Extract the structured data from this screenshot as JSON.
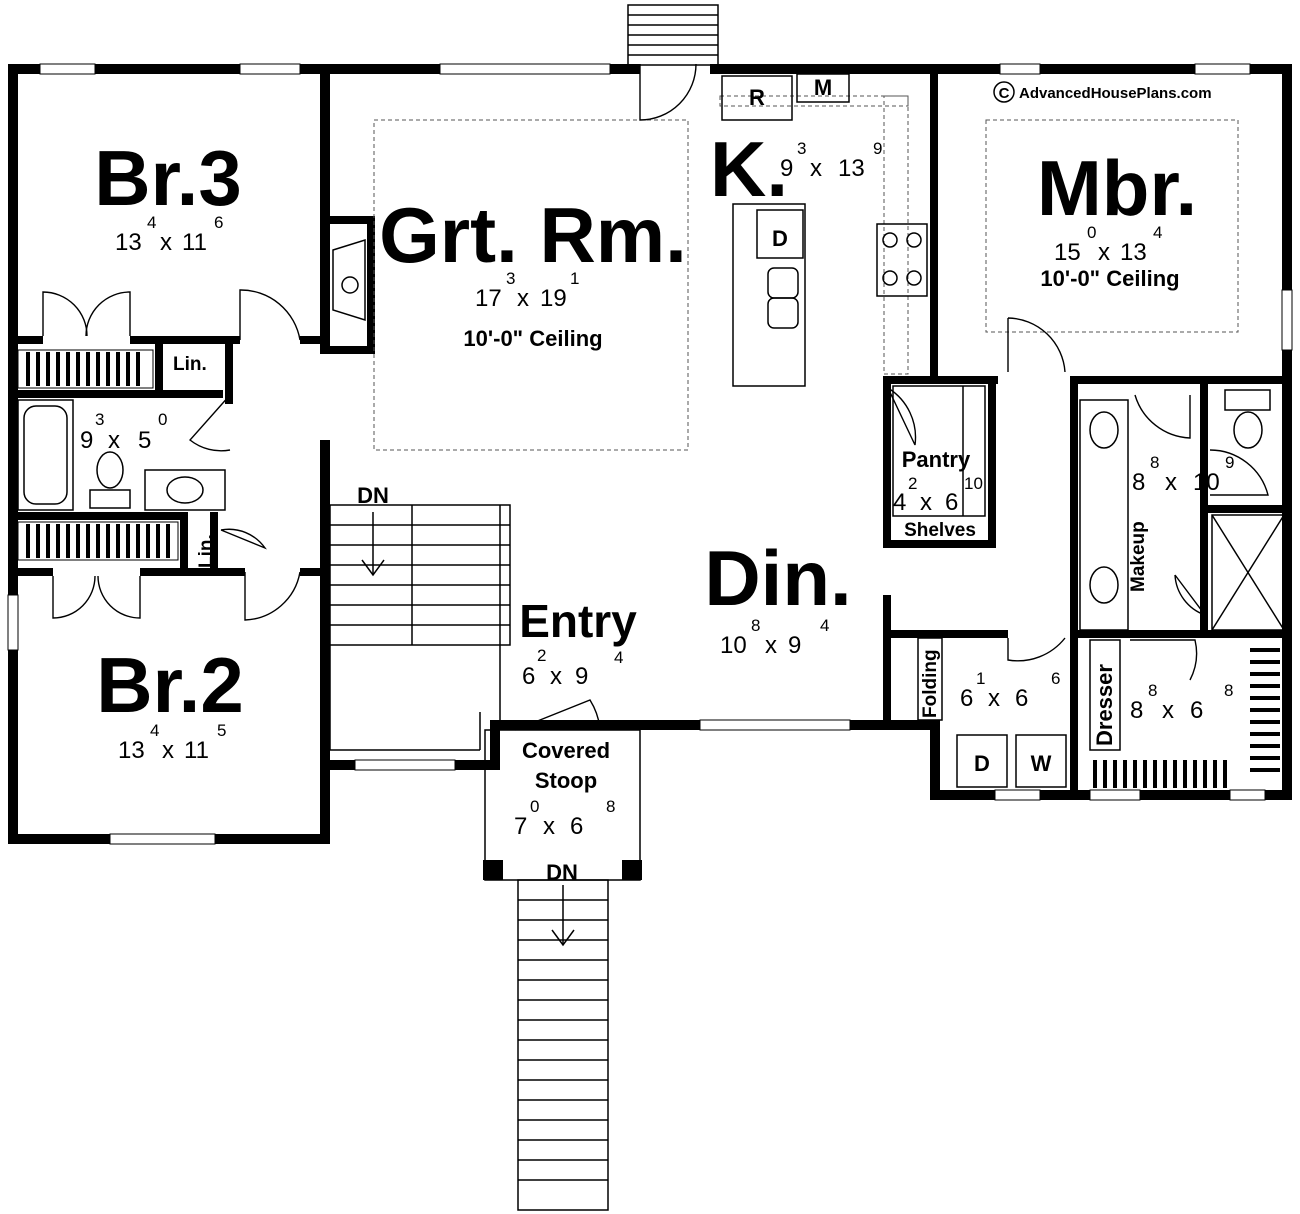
{
  "copyright": {
    "symbol": "C",
    "text": "AdvancedHousePlans.com"
  },
  "rooms": {
    "br3": {
      "name": "Br.3",
      "w": "13",
      "w_in": "4",
      "x": "x",
      "h": "11",
      "h_in": "6"
    },
    "br2": {
      "name": "Br.2",
      "w": "13",
      "w_in": "4",
      "x": "x",
      "h": "11",
      "h_in": "5"
    },
    "bath": {
      "w": "9",
      "w_in": "3",
      "x": "x",
      "h": "5",
      "h_in": "0"
    },
    "lin_top": {
      "name": "Lin."
    },
    "lin_bottom": {
      "name": "Lin."
    },
    "great_room": {
      "name": "Grt. Rm.",
      "w": "17",
      "w_in": "3",
      "x": "x",
      "h": "19",
      "h_in": "1",
      "ceiling": "10'-0\" Ceiling"
    },
    "kitchen": {
      "name": "K.",
      "w": "9",
      "w_in": "3",
      "x": "x",
      "h": "13",
      "h_in": "9"
    },
    "master": {
      "name": "Mbr.",
      "w": "15",
      "w_in": "0",
      "x": "x",
      "h": "13",
      "h_in": "4",
      "ceiling": "10'-0\" Ceiling"
    },
    "pantry": {
      "name": "Pantry",
      "w": "4",
      "w_in": "2",
      "x": "x",
      "h": "6",
      "h_in": "10",
      "note": "Shelves"
    },
    "master_bath": {
      "w": "8",
      "w_in": "8",
      "x": "x",
      "h": "10",
      "h_in": "9",
      "note": "Makeup"
    },
    "dining": {
      "name": "Din.",
      "w": "10",
      "w_in": "8",
      "x": "x",
      "h": "9",
      "h_in": "4"
    },
    "entry": {
      "name": "Entry",
      "w": "6",
      "w_in": "2",
      "x": "x",
      "h": "9",
      "h_in": "4"
    },
    "laundry": {
      "w": "6",
      "w_in": "1",
      "x": "x",
      "h": "6",
      "h_in": "6",
      "note": "Folding"
    },
    "closet": {
      "w": "8",
      "w_in": "8",
      "x": "x",
      "h": "6",
      "h_in": "8",
      "note": "Dresser"
    },
    "stoop": {
      "name1": "Covered",
      "name2": "Stoop",
      "w": "7",
      "w_in": "0",
      "x": "x",
      "h": "6",
      "h_in": "8"
    }
  },
  "appliances": {
    "refrigerator": "R",
    "microwave": "M",
    "dishwasher": "D",
    "dryer": "D",
    "washer": "W"
  },
  "stairs": {
    "interior": "DN",
    "exterior": "DN"
  }
}
